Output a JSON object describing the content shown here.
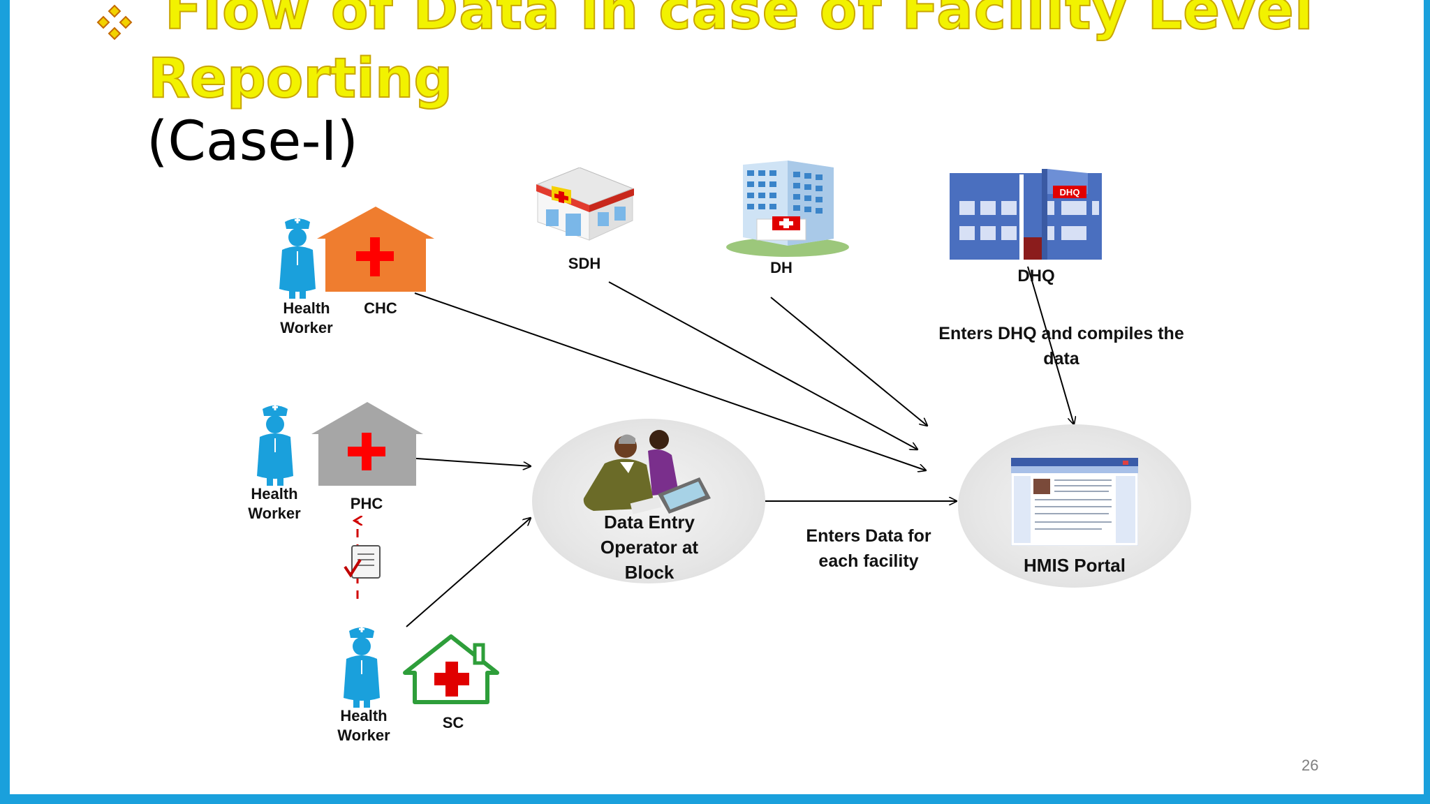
{
  "title": {
    "line1": "Flow of Data in case of Facility Level",
    "line2": "Reporting",
    "line3": "(Case-I)"
  },
  "facilities": {
    "chc": "CHC",
    "phc": "PHC",
    "sc": "SC",
    "sdh": "SDH",
    "dh": "DH",
    "dhq": "DHQ",
    "dhq_sign": "DHQ"
  },
  "workers": {
    "chc": [
      "Health",
      "Worker"
    ],
    "phc": [
      "Health",
      "Worker"
    ],
    "sc": [
      "Health",
      "Worker"
    ]
  },
  "operator": {
    "line1": "Data Entry",
    "line2": "Operator at",
    "line3": "Block"
  },
  "portal": {
    "label": "HMIS Portal"
  },
  "edge_labels": {
    "enters_data_line1": "Enters Data for",
    "enters_data_line2": "each facility",
    "dhq_line1": "Enters DHQ and compiles the",
    "dhq_line2": "data"
  },
  "page_number": "26",
  "colors": {
    "title": "#f2f200",
    "border": "#1aa0dc",
    "chc_house": "#ef7d2f",
    "phc_house": "#a6a6a6",
    "sc_house": "#2e9e3a",
    "nurse": "#1aa0dc",
    "cross": "#ff0000"
  },
  "icons": [
    "diamond-bullet-icon",
    "nurse-icon",
    "hospital-house-icon",
    "sdh-building-icon",
    "dh-building-icon",
    "dhq-building-icon",
    "people-laptop-icon",
    "web-portal-icon",
    "document-check-icon"
  ]
}
